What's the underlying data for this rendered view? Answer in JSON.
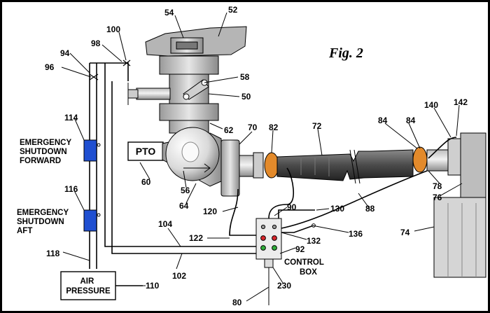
{
  "figure": {
    "title": "Fig. 2"
  },
  "labels": {
    "emergency_forward": [
      "EMERGENCY",
      "SHUTDOWN",
      "FORWARD"
    ],
    "emergency_aft": [
      "EMERGENCY",
      "SHUTDOWN",
      "AFT"
    ],
    "air_pressure": [
      "AIR",
      "PRESSURE"
    ],
    "control_box": [
      "CONTROL",
      "BOX"
    ],
    "pto": "PTO"
  },
  "refs": {
    "r52": "52",
    "r54": "54",
    "r100": "100",
    "r98": "98",
    "r94": "94",
    "r96": "96",
    "r58": "58",
    "r50": "50",
    "r62": "62",
    "r70": "70",
    "r82": "82",
    "r72": "72",
    "r84a": "84",
    "r84b": "84",
    "r140": "140",
    "r142": "142",
    "r114": "114",
    "r116": "116",
    "r60": "60",
    "r56": "56",
    "r64": "64",
    "r120": "120",
    "r90": "90",
    "r130": "130",
    "r88": "88",
    "r78": "78",
    "r76": "76",
    "r74": "74",
    "r136": "136",
    "r132": "132",
    "r122": "122",
    "r104": "104",
    "r92": "92",
    "r118": "118",
    "r102": "102",
    "r110": "110",
    "r230": "230",
    "r80": "80"
  },
  "colors": {
    "background": "#000000",
    "sheet": "#ffffff",
    "emergency_button": "#1f4fd1",
    "seal_ring": "#e38a2b",
    "indicator_red": "#d9262b",
    "indicator_green": "#2fae3a"
  }
}
